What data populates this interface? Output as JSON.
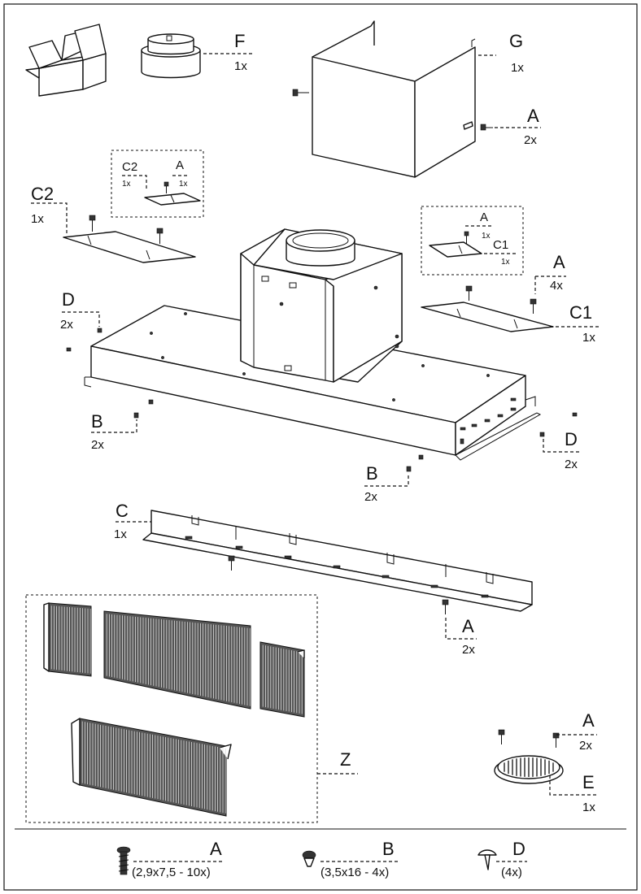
{
  "parts": {
    "F": {
      "letter": "F",
      "qty": "1x"
    },
    "G": {
      "letter": "G",
      "qty": "1x"
    },
    "A_chimney": {
      "letter": "A",
      "qty": "2x"
    },
    "C2": {
      "letter": "C2",
      "qty": "1x"
    },
    "C2_detail": {
      "c2": "C2",
      "c2_qty": "1x",
      "a": "A",
      "a_qty": "1x"
    },
    "C1_detail": {
      "a": "A",
      "a_qty": "1x",
      "c1": "C1",
      "c1_qty": "1x"
    },
    "A_c1": {
      "letter": "A",
      "qty": "4x"
    },
    "C1": {
      "letter": "C1",
      "qty": "1x"
    },
    "D_left": {
      "letter": "D",
      "qty": "2x"
    },
    "D_right": {
      "letter": "D",
      "qty": "2x"
    },
    "B_left": {
      "letter": "B",
      "qty": "2x"
    },
    "B_right": {
      "letter": "B",
      "qty": "2x"
    },
    "C": {
      "letter": "C",
      "qty": "1x"
    },
    "A_rail": {
      "letter": "A",
      "qty": "2x"
    },
    "Z": {
      "letter": "Z"
    },
    "A_flange": {
      "letter": "A",
      "qty": "2x"
    },
    "E": {
      "letter": "E",
      "qty": "1x"
    }
  },
  "legend": [
    {
      "letter": "A",
      "spec": "(2,9x7,5 - 10x)"
    },
    {
      "letter": "B",
      "spec": "(3,5x16 - 4x)"
    },
    {
      "letter": "D",
      "spec": "(4x)"
    }
  ]
}
